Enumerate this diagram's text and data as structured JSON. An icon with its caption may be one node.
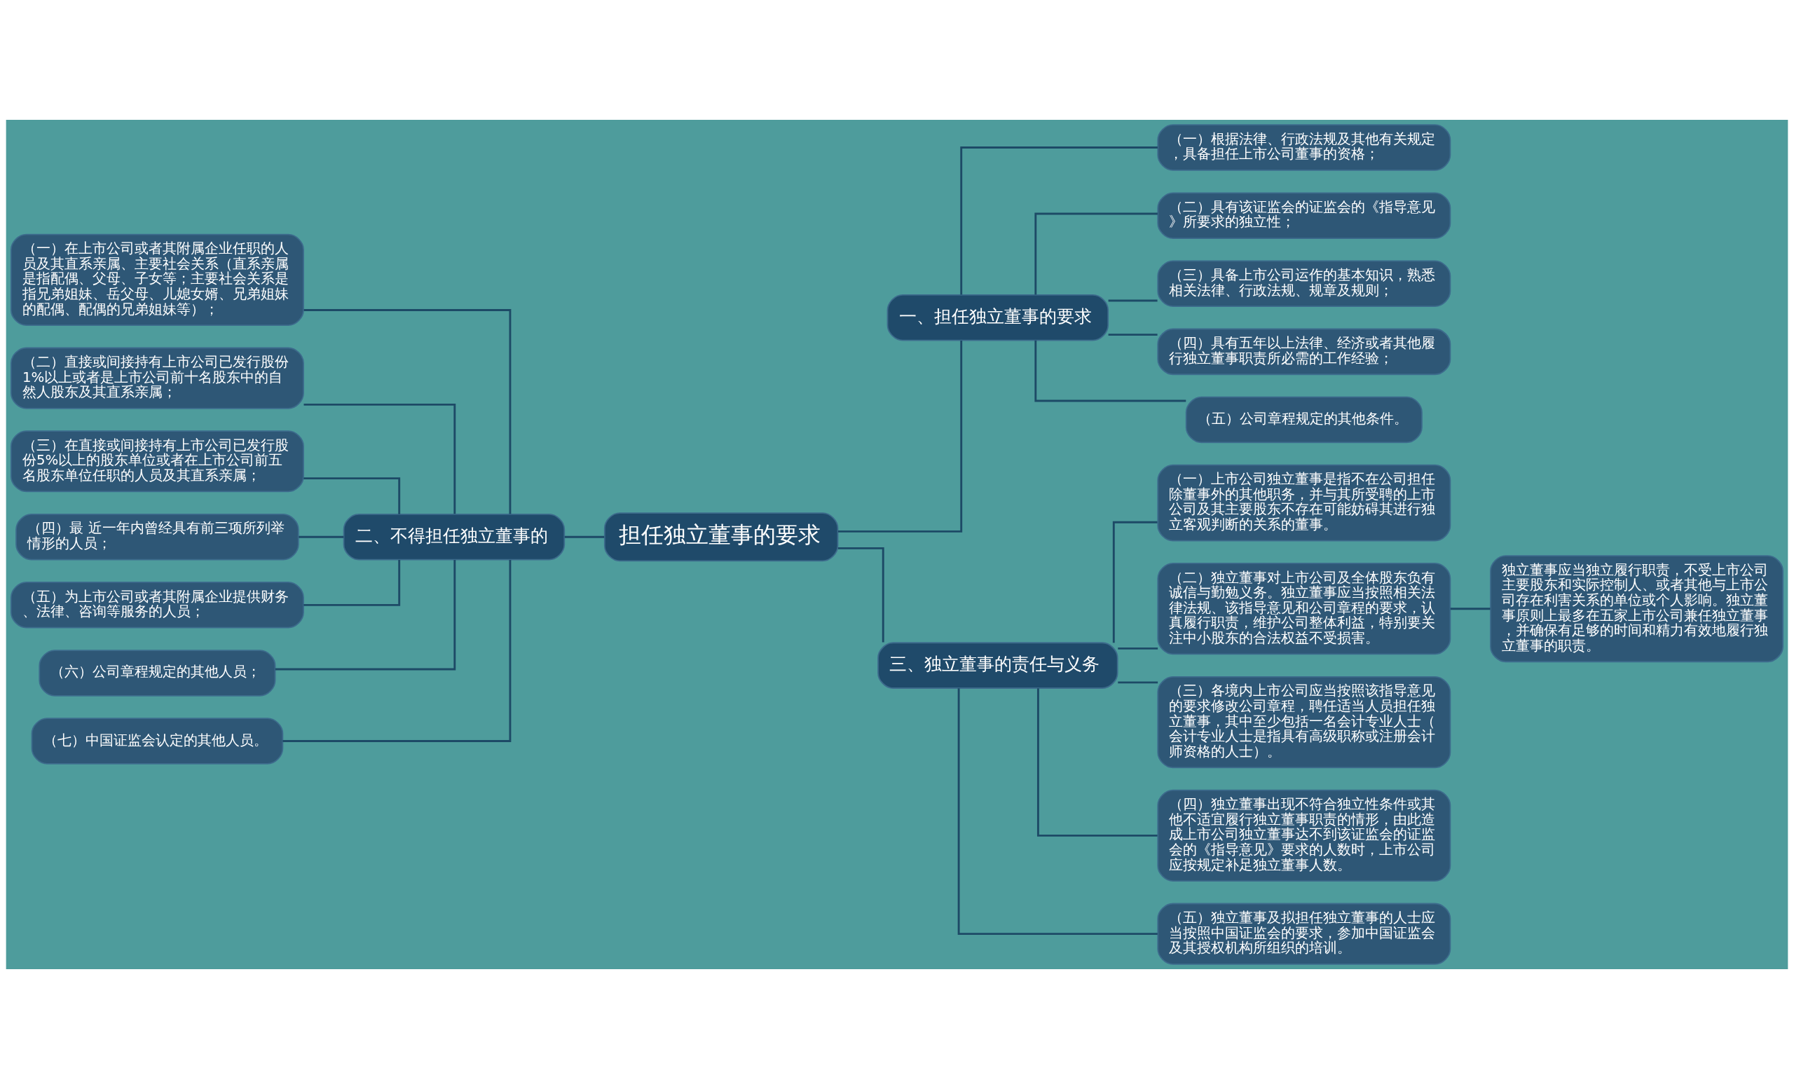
{
  "diagram": {
    "nodes": [
      {
        "text": [
          "担任独立董事的要求"
        ]
      },
      {
        "text": [
          "一、担任独立董事的要求"
        ]
      },
      {
        "text": [
          "（一）根据法律、行政法规及其他有关规定，具备担任上市公司董事的资格；"
        ]
      },
      {
        "text": [
          "（二）具有该证监会的证监会的《指导意见》所要求的独立性；"
        ]
      },
      {
        "text": [
          "（三）具备上市公司运作的基本知识，熟悉相关法律、行政法规、规章及规则；"
        ]
      },
      {
        "text": [
          "（四）具有五年以上法律、经济或者其他履行独立董事职责所必需的工作经验；"
        ]
      },
      {
        "text": [
          "（五）公司章程规定的其他条件。"
        ]
      },
      {
        "text": [
          "二、不得担任独立董事的"
        ]
      },
      {
        "text": [
          "（一）在上市公司或者其附属企业任职的人员及其直系亲属、主要社会关系（直系亲属是指配偶、父母、子女等；主要社会关系是指兄弟姐妹、岳父母、儿媳女婿、兄弟姐妹的配偶、配偶的兄弟姐妹等）；"
        ]
      },
      {
        "text": [
          "（二）直接或间接持有上市公司已发行股份1%以上或者是上市公司前十名股东中的自然人股东及其直系亲属；"
        ]
      },
      {
        "text": [
          "（三）在直接或间接持有上市公司已发行股份5%以上的股东单位或者在上市公司前五名股东单位任职的人员及其直系亲属；"
        ]
      },
      {
        "text": [
          "（四）最 近一年内曾经具有前三项所列举情形的人员；"
        ]
      },
      {
        "text": [
          "（五）为上市公司或者其附属企业提供财务、法律、咨询等服务的人员；"
        ]
      },
      {
        "text": [
          "（六）公司章程规定的其他人员；"
        ]
      },
      {
        "text": [
          "（七）中国证监会认定的其他人员。"
        ]
      },
      {
        "text": [
          "三、独立董事的责任与义务"
        ]
      },
      {
        "text": [
          "（一）上市公司独立董事是指不在公司担任除董事外的其他职务，并与其所受聘的上市公司及其主要股东不存在可能妨碍其进行独立客观判断的关系的董事。"
        ]
      },
      {
        "text": [
          "（二）独立董事对上市公司及全体股东负有诚信与勤勉义务。独立董事应当按照相关法律法规、该指导意见和公司章程的要求，认真履行职责，维护公司整体利益，特别要关注中小股东的合法权益不受损害。"
        ]
      },
      {
        "text": [
          "（三）各境内上市公司应当按照该指导意见的要求修改公司章程，聘任适当人员担任独立董事，其中至少包括一名会计专业人士（会计专业人士是指具有高级职称或注册会计师资格的人士）。"
        ]
      },
      {
        "text": [
          "（四）独立董事出现不符合独立性条件或其他不适宜履行独立董事职责的情形，由此造成上市公司独立董事达不到该证监会的证监会的《指导意见》要求的人数时，上市公司应按规定补足独立董事人数。"
        ]
      },
      {
        "text": [
          "（五）独立董事及拟担任独立董事的人士应当按照中国证监会的要求，参加中国证监会及其授权机构所组织的培训。"
        ]
      },
      {
        "text": [
          "独立董事应当独立履行职责，不受上市公司主要股东和实际控制人、或者其他与上市公司存在利害关系的单位或个人影响。独立董事原则上最多在五家上市公司兼任独立董事，并确保有足够的时间和精力有效地履行独立董事的职责。"
        ]
      }
    ],
    "edges": [
      {
        "from": 0,
        "to": 1,
        "arrow": "none"
      },
      {
        "from": 1,
        "to": 2,
        "arrow": "none"
      },
      {
        "from": 1,
        "to": 3,
        "arrow": "none"
      },
      {
        "from": 1,
        "to": 4,
        "arrow": "none"
      },
      {
        "from": 1,
        "to": 5,
        "arrow": "none"
      },
      {
        "from": 1,
        "to": 6,
        "arrow": "none"
      },
      {
        "from": 0,
        "to": 7,
        "arrow": "none"
      },
      {
        "from": 7,
        "to": 8,
        "arrow": "none"
      },
      {
        "from": 7,
        "to": 9,
        "arrow": "none"
      },
      {
        "from": 7,
        "to": 10,
        "arrow": "none"
      },
      {
        "from": 7,
        "to": 11,
        "arrow": "none"
      },
      {
        "from": 7,
        "to": 12,
        "arrow": "none"
      },
      {
        "from": 7,
        "to": 13,
        "arrow": "none"
      },
      {
        "from": 7,
        "to": 14,
        "arrow": "none"
      },
      {
        "from": 0,
        "to": 15,
        "arrow": "none"
      },
      {
        "from": 15,
        "to": 16,
        "arrow": "none"
      },
      {
        "from": 15,
        "to": 17,
        "arrow": "none"
      },
      {
        "from": 15,
        "to": 18,
        "arrow": "none"
      },
      {
        "from": 15,
        "to": 19,
        "arrow": "none"
      },
      {
        "from": 15,
        "to": 20,
        "arrow": "none"
      },
      {
        "from": 17,
        "to": 21,
        "arrow": "none"
      }
    ]
  }
}
